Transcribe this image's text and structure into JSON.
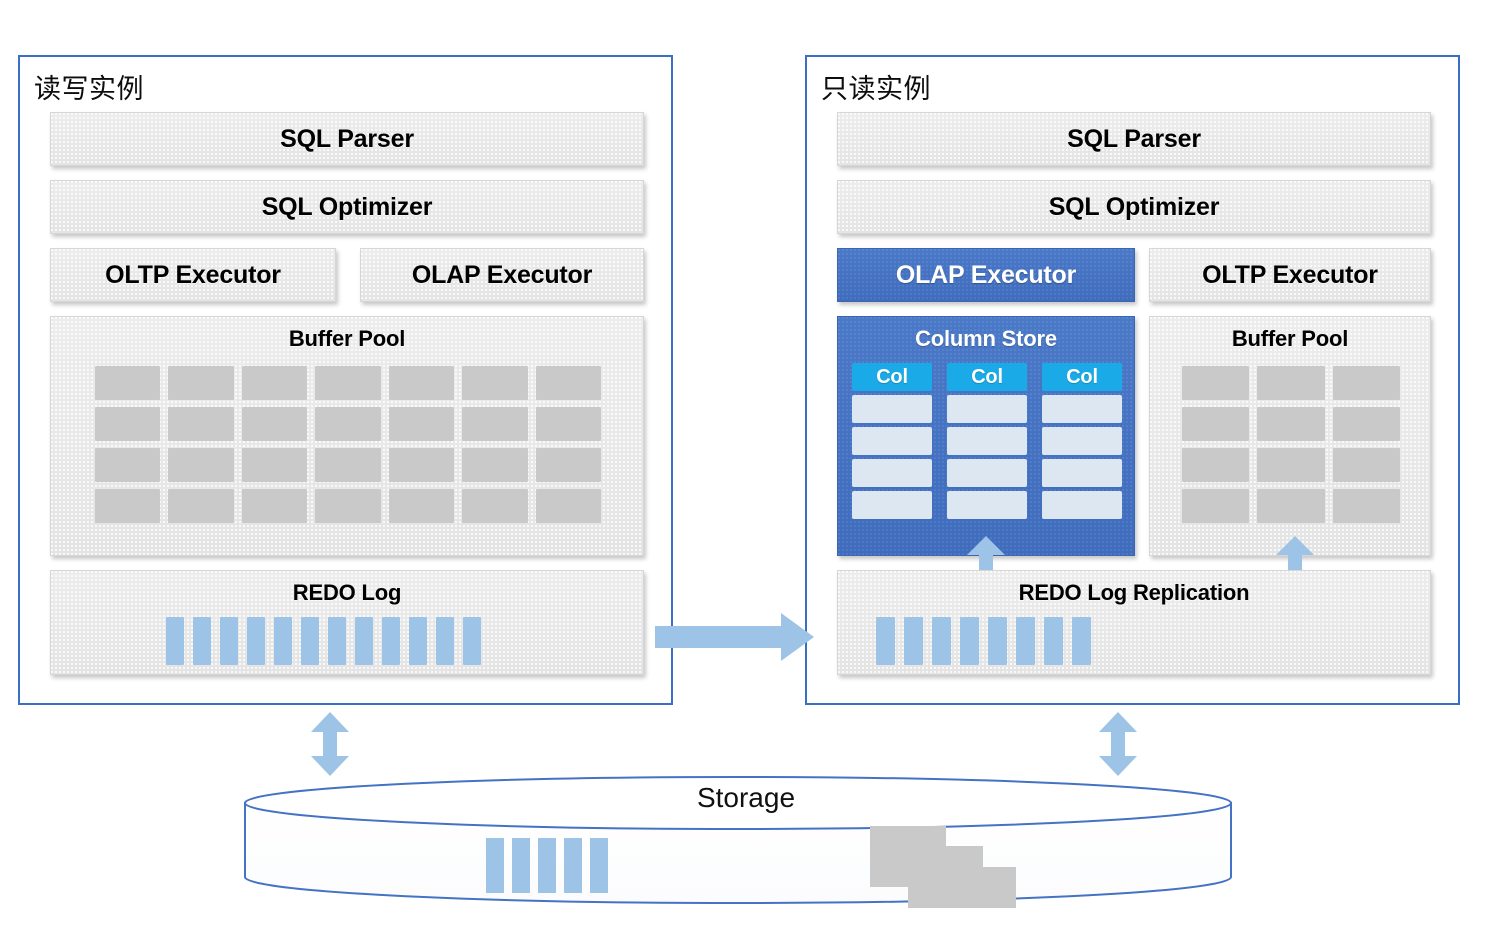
{
  "diagram": {
    "title_rw": "读写实例",
    "title_ro": "只读实例",
    "colors": {
      "panel_border": "#3A6FC4",
      "accent_blue": "#4473C4",
      "col_header_cyan": "#1BAAE8",
      "col_cell_blue": "#DCE7F1",
      "log_bar_blue": "#9DC3E6",
      "module_gray": "#E8E8E8",
      "page_gray": "#C9C9C9",
      "arrow_blue": "#9DC3E6"
    }
  },
  "rw_instance": {
    "label": "读写实例",
    "sql_parser": "SQL Parser",
    "sql_optimizer": "SQL Optimizer",
    "oltp_executor": "OLTP Executor",
    "olap_executor": "OLAP Executor",
    "buffer_pool": {
      "label": "Buffer Pool",
      "columns": 7,
      "rows": 4,
      "page_count": 28
    },
    "redo_log": {
      "label": "REDO Log",
      "bar_count": 12
    }
  },
  "ro_instance": {
    "label": "只读实例",
    "sql_parser": "SQL Parser",
    "sql_optimizer": "SQL Optimizer",
    "olap_executor": "OLAP Executor",
    "oltp_executor": "OLTP Executor",
    "column_store": {
      "label": "Column Store",
      "column_header": "Col",
      "column_count": 3,
      "cells_per_column": 4
    },
    "buffer_pool": {
      "label": "Buffer Pool",
      "columns": 3,
      "rows": 4,
      "page_count": 12
    },
    "redo_log": {
      "label": "REDO Log Replication",
      "bar_count": 8
    }
  },
  "storage": {
    "label": "Storage",
    "log_bar_count": 5,
    "stair_step_count": 4
  },
  "arrows": {
    "replication": "redo-log-replication-arrow",
    "colstore_feed": "column-store-up-arrow",
    "bufferpool_feed": "buffer-pool-up-arrow",
    "rw_storage": "rw-storage-bidirectional-arrow",
    "ro_storage": "ro-storage-bidirectional-arrow"
  }
}
